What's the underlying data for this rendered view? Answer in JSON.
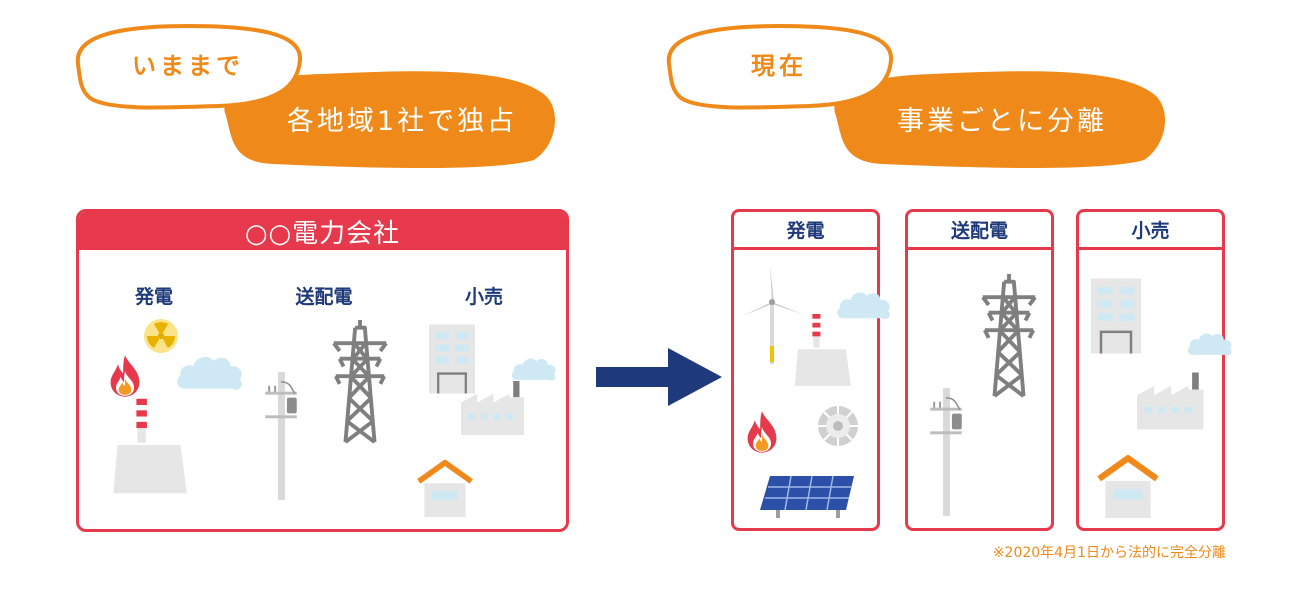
{
  "before": {
    "bubble_label": "いままで",
    "bubble_caption": "各地域1社で独占",
    "company_title": "○○電力会社",
    "segments": [
      "発電",
      "送配電",
      "小売"
    ]
  },
  "after": {
    "bubble_label": "現在",
    "bubble_caption": "事業ごとに分離",
    "columns": [
      "発電",
      "送配電",
      "小売"
    ]
  },
  "footnote": "※2020年4月1日から法的に完全分離",
  "colors": {
    "accent_orange": "#ef8a1a",
    "accent_red": "#e63a4c",
    "navy": "#1f3a7a",
    "gray": "#e6e6e6"
  },
  "icons": [
    "nuclear-icon",
    "fire-icon",
    "smoke-cloud-icon",
    "power-plant-icon",
    "utility-pole-icon",
    "transmission-tower-icon",
    "office-building-icon",
    "factory-icon",
    "house-icon",
    "wind-turbine-icon",
    "hydro-turbine-icon",
    "solar-panel-icon",
    "arrow-right-icon"
  ]
}
